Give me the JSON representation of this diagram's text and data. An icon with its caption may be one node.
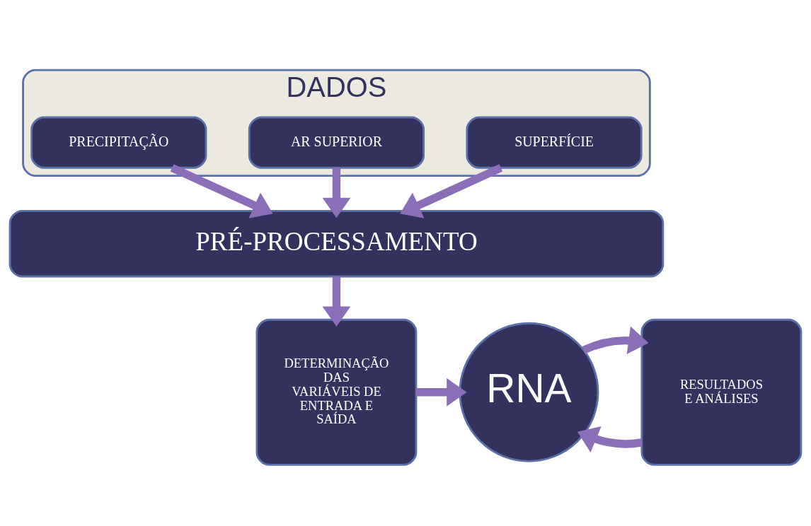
{
  "diagram": {
    "nodes": [
      {
        "text": [
          "DADOS"
        ]
      },
      {
        "text": [
          "SUPERFÍCIE"
        ],
        "in": 0
      },
      {
        "text": [
          "AR SUPERIOR"
        ],
        "in": 0
      },
      {
        "text": [
          "PRECIPITAÇÃO"
        ],
        "in": 0
      },
      {
        "text": [
          "PRÉ-PROCESSAMENTO"
        ]
      },
      {
        "text": [
          "DETERMINAÇÃO DAS VARIÁVEIS DE ENTRADA E SAÍDA"
        ]
      },
      {
        "text": [
          "RNA"
        ]
      },
      {
        "text": [
          "RESULTADOS E ANÁLISES"
        ]
      }
    ],
    "edges": [
      {
        "from": 1,
        "to": 4,
        "arrow": "to"
      },
      {
        "from": 2,
        "to": 4,
        "arrow": "to"
      },
      {
        "from": 3,
        "to": 4,
        "arrow": "to"
      },
      {
        "from": 4,
        "to": 5,
        "arrow": "to"
      },
      {
        "from": 5,
        "to": 6,
        "arrow": "to"
      },
      {
        "from": 7,
        "to": 6,
        "arrow": "to"
      },
      {
        "from": 6,
        "to": 7,
        "arrow": "to"
      }
    ]
  }
}
